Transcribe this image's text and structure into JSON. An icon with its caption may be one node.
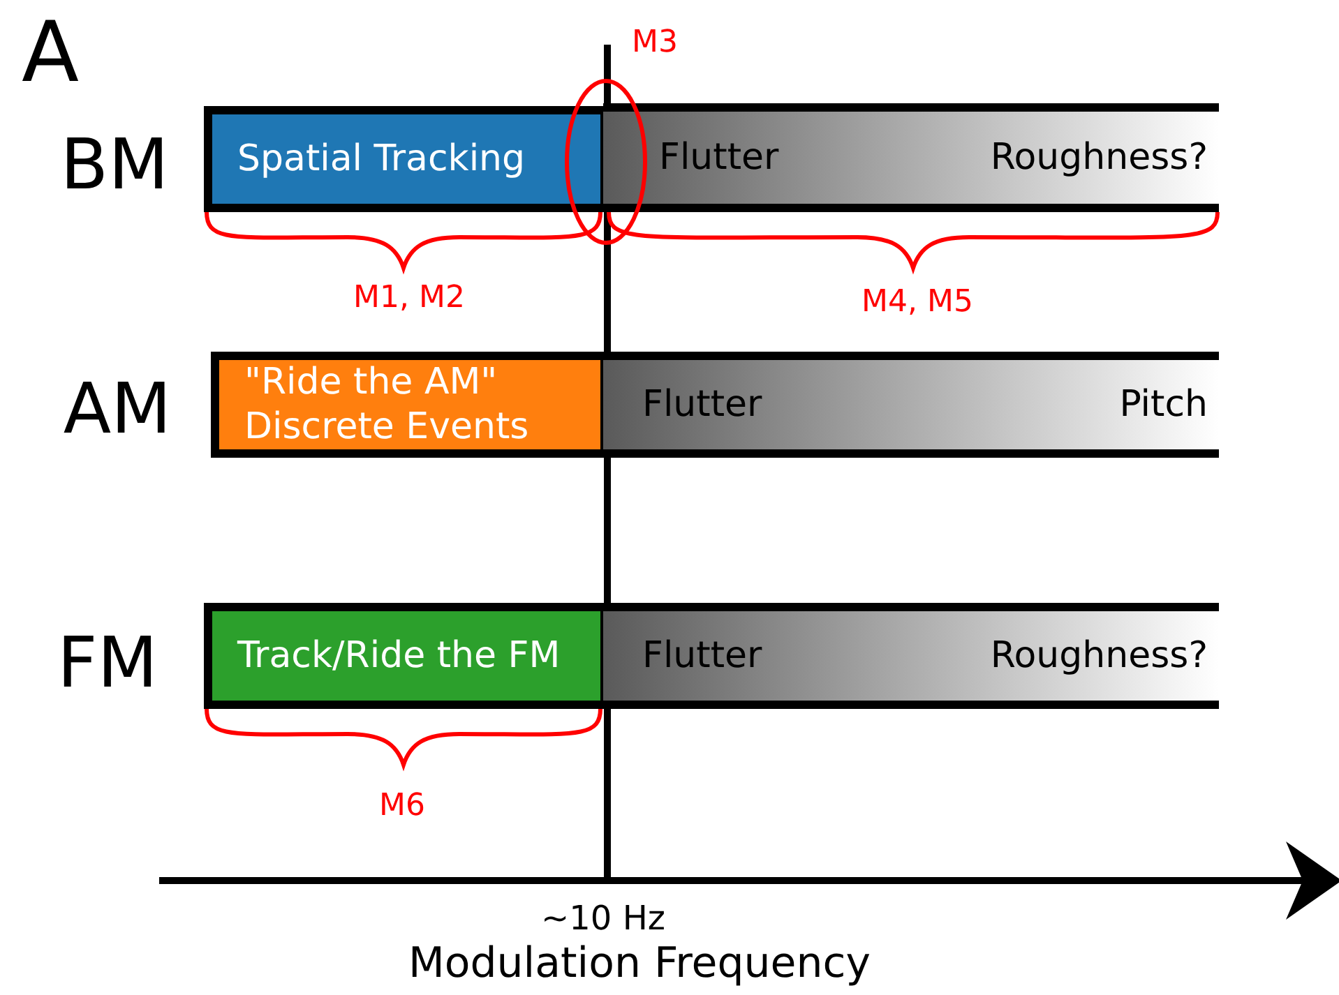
{
  "diagram": {
    "nodes": [
      {
        "text": [
          "Spatial Tracking"
        ]
      },
      {
        "text": [
          "Flutter",
          "Roughness?"
        ]
      },
      {
        "text": [
          "\"Ride the AM\" Discrete Events"
        ]
      },
      {
        "text": [
          "Flutter",
          "Pitch"
        ]
      },
      {
        "text": [
          "Track/Ride the FM"
        ]
      },
      {
        "text": [
          "Flutter",
          "Roughness?"
        ]
      }
    ],
    "labels": [
      "A",
      "M3",
      "BM",
      "M1, M2",
      "M4, M5",
      "AM",
      "FM",
      "M6",
      "~10 Hz",
      "Modulation Frequency"
    ]
  }
}
